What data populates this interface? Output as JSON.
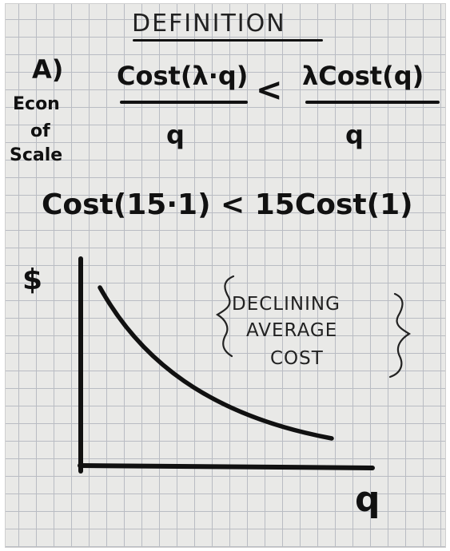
{
  "title": "DEFINITION",
  "part_label": "A)",
  "side_label": [
    "Econ",
    "of",
    "Scale"
  ],
  "inequality": {
    "lhs_numerator": "Cost(λ·q)",
    "lhs_denominator": "q",
    "operator": "<",
    "rhs_numerator": "λCost(q)",
    "rhs_denominator": "q"
  },
  "example": "Cost(15·1) < 15Cost(1)",
  "graph": {
    "y_label": "$",
    "x_label": "q",
    "curve": "declining",
    "annotation": [
      "DECLINING",
      "AVERAGE",
      "COST"
    ]
  }
}
